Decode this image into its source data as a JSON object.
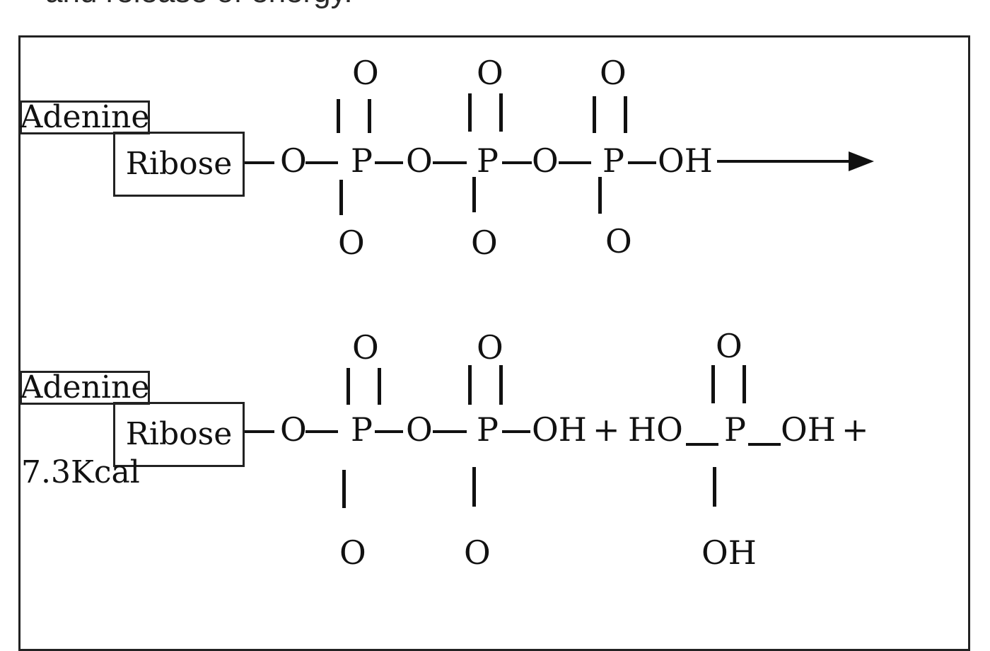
{
  "caption": "and release of energy.",
  "atp": {
    "adenine_label": "Adenine",
    "ribose_label": "Ribose",
    "atoms": {
      "o_link1": "O",
      "p1": "P",
      "o_link2": "O",
      "p2": "P",
      "o_link3": "O",
      "p3": "P",
      "oh_end": "OH",
      "p1_top_o": "O",
      "p2_top_o": "O",
      "p3_top_o": "O",
      "p1_bottom_o": "O",
      "p2_bottom_o": "O",
      "p3_bottom_o": "O"
    }
  },
  "products": {
    "adenine_label": "Adenine",
    "ribose_label": "Ribose",
    "energy_label": "7.3Kcal",
    "atoms": {
      "o_link1": "O",
      "p1": "P",
      "o_link2": "O",
      "p2": "P",
      "oh_end": "OH",
      "plus1": "+",
      "ho": "HO",
      "pi_p": "P",
      "pi_oh": "OH",
      "plus2": "+",
      "p1_top_o": "O",
      "p2_top_o": "O",
      "pi_top_o": "O",
      "p1_bottom_o": "O",
      "p2_bottom_o": "O",
      "pi_bottom_oh": "OH"
    }
  }
}
